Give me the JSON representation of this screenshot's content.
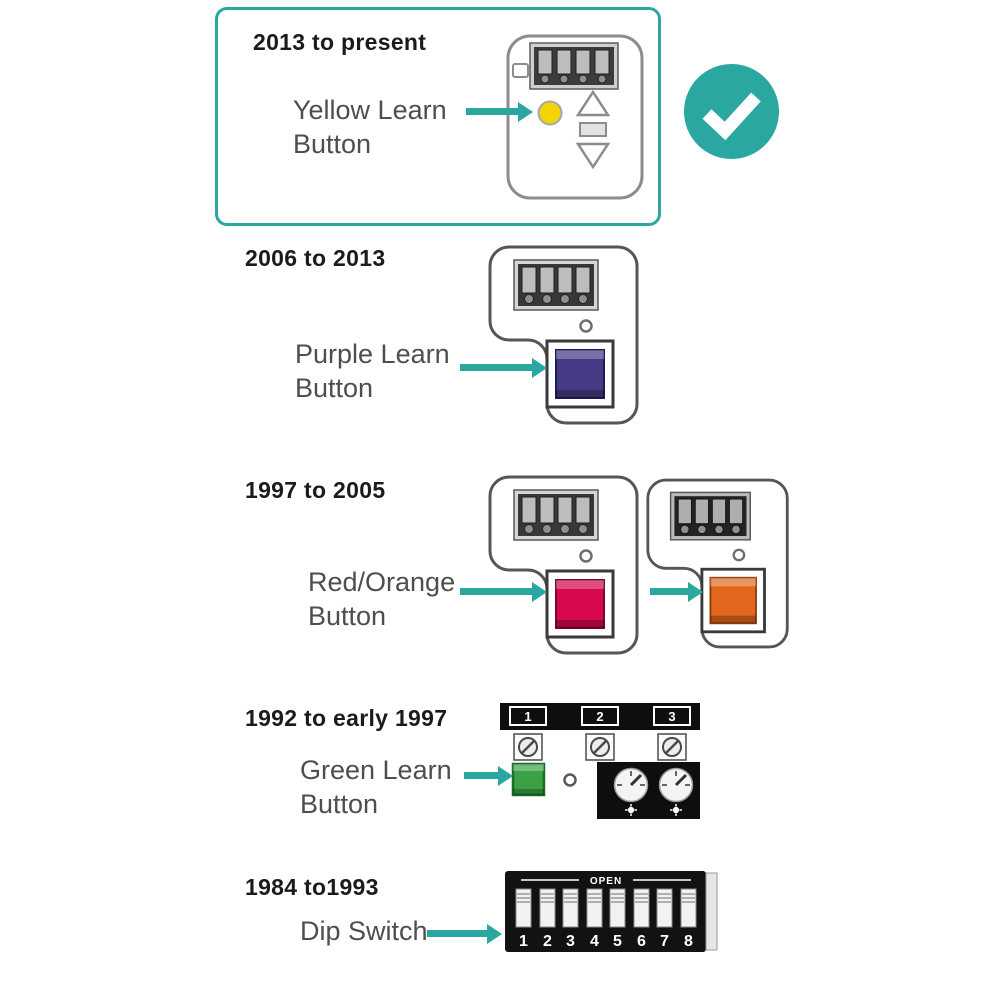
{
  "colors": {
    "accent": "#2aa7a1",
    "heading": "#1b1b1b",
    "label": "#4e4e4e",
    "yellow": "#f3d403",
    "purple": "#453a86",
    "red": "#d50850",
    "orange": "#e2661b",
    "green": "#3aa244"
  },
  "sections": [
    {
      "heading": "2013 to present",
      "label_line1": "Yellow Learn",
      "label_line2": "Button"
    },
    {
      "heading": "2006 to 2013",
      "label_line1": "Purple Learn",
      "label_line2": "Button"
    },
    {
      "heading": "1997 to 2005",
      "label_line1": "Red/Orange",
      "label_line2": "Button"
    },
    {
      "heading": "1992 to early 1997",
      "label_line1": "Green Learn",
      "label_line2": "Button"
    },
    {
      "heading": "1984 to1993",
      "label_line1": "Dip Switch",
      "label_line2": ""
    }
  ],
  "receiver_1992": {
    "channel_labels": [
      "1",
      "2",
      "3"
    ]
  },
  "dip_switch": {
    "open_label": "OPEN",
    "numbers": [
      "1",
      "2",
      "3",
      "4",
      "5",
      "6",
      "7",
      "8"
    ]
  }
}
